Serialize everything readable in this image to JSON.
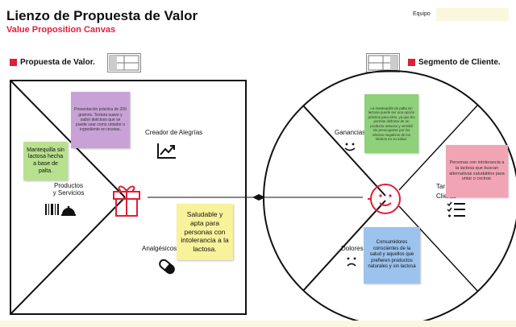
{
  "header": {
    "title": "Lienzo de Propuesta de Valor",
    "subtitle": "Value Proposition Canvas",
    "team_label": "Equipo"
  },
  "sections": {
    "value_proposition": "Propuesta de Valor.",
    "customer_segment": "Segmento de Cliente."
  },
  "labels": {
    "gain_creators": "Creador de Alegrías",
    "products_services": "Productos\ny Servicios",
    "pain_relievers": "Analgésicos",
    "gains": "Ganancias",
    "tasks": "Tar\nCliente",
    "pains": "Dolores"
  },
  "notes": {
    "purple": "Presentación práctica de 200 gramos. Textura suave y sabor delicioso que se puede usar como untador o ingrediente en recetas.",
    "green_left": "Mantequilla sin lactosa hecha a base de palta.",
    "yellow": "Saludable y apta para personas con intolerancia a la lactosa.",
    "green_right": "La mantequilla de palta sin lactosa puede ser una opción práctica para ellos, ya que les permite disfrutar de un producto untuoso y versátil sin preocuparse por los efectos negativos de los lácteos en su salud.",
    "pink": "Personas con intolerancia a la lactosa que buscan alternativas saludables para untar o cocinar.",
    "blue": "Consumidores conscientes de la salud y aquellos que prefieren productos naturales y sin lactosa"
  },
  "colors": {
    "accent": "#e01e37",
    "purple_note": "#c8a2d6",
    "green_note": "#b8e08f",
    "yellow_note": "#f8f29a",
    "green_note_right": "#8fd07a",
    "pink_note": "#f1a4b4",
    "blue_note": "#9cc3ee",
    "field_bg": "#fbf7df"
  },
  "icons": [
    "gift-icon",
    "chart-up-icon",
    "barcode-bell-icon",
    "pill-icon",
    "smiley-icon",
    "checklist-icon",
    "frown-icon",
    "customer-face-icon"
  ]
}
